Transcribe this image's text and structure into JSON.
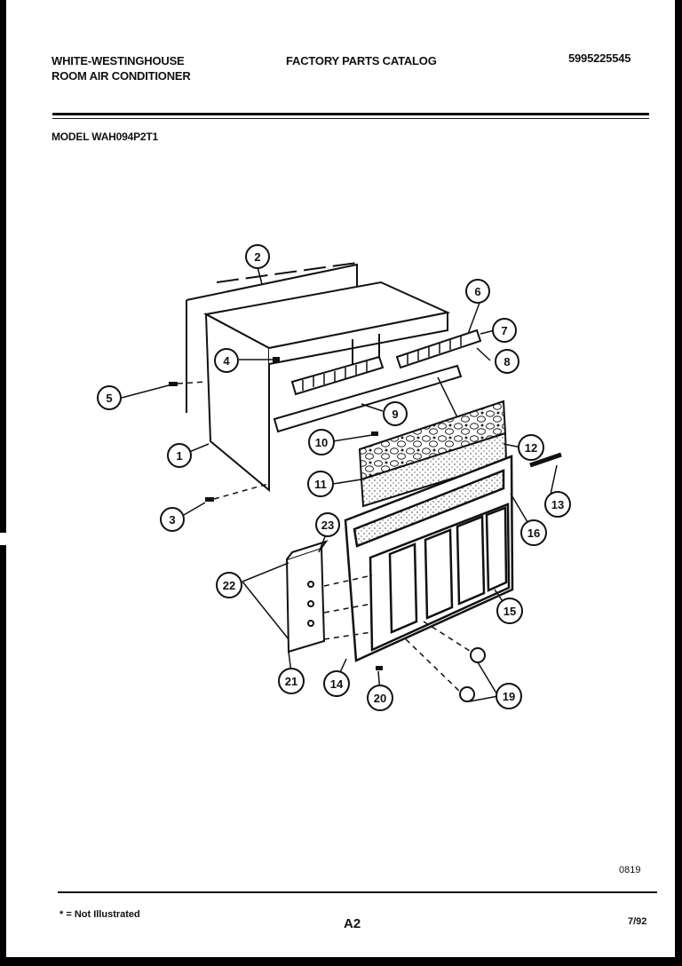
{
  "header": {
    "brand_line1": "WHITE-WESTINGHOUSE",
    "brand_line2": "ROOM AIR CONDITIONER",
    "catalog_title": "FACTORY PARTS CATALOG",
    "part_number": "5995225545",
    "model": "MODEL WAH094P2T1"
  },
  "callouts": [
    "1",
    "2",
    "3",
    "4",
    "5",
    "6",
    "7",
    "8",
    "9",
    "10",
    "11",
    "12",
    "13",
    "14",
    "15",
    "16",
    "19",
    "20",
    "21",
    "22",
    "23"
  ],
  "footer": {
    "code": "0819",
    "note": "* = Not Illustrated",
    "page": "A2",
    "date": "7/92"
  }
}
